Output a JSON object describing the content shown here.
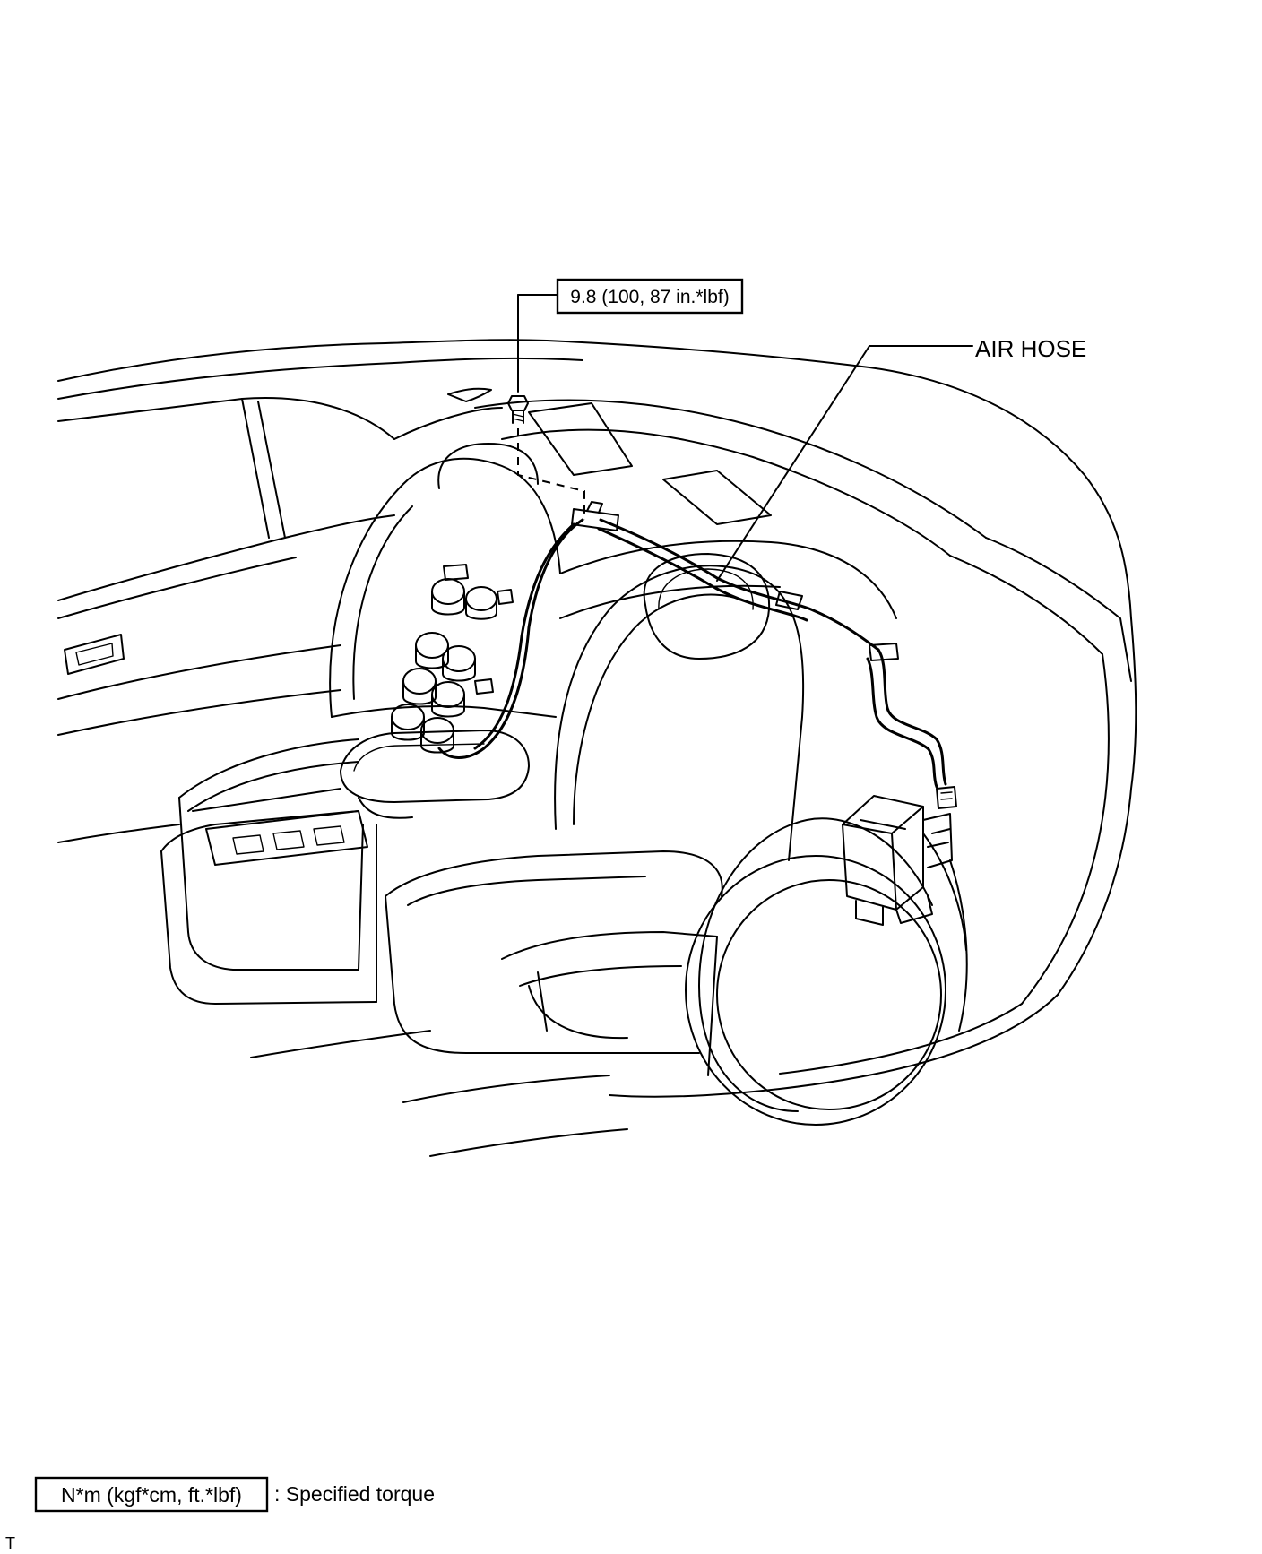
{
  "callouts": {
    "torque_value": "9.8 (100, 87 in.*lbf)",
    "air_hose": "AIR HOSE"
  },
  "legend": {
    "unit_box": "N*m (kgf*cm, ft.*lbf)",
    "description": ": Specified torque"
  },
  "corner_mark": "T"
}
